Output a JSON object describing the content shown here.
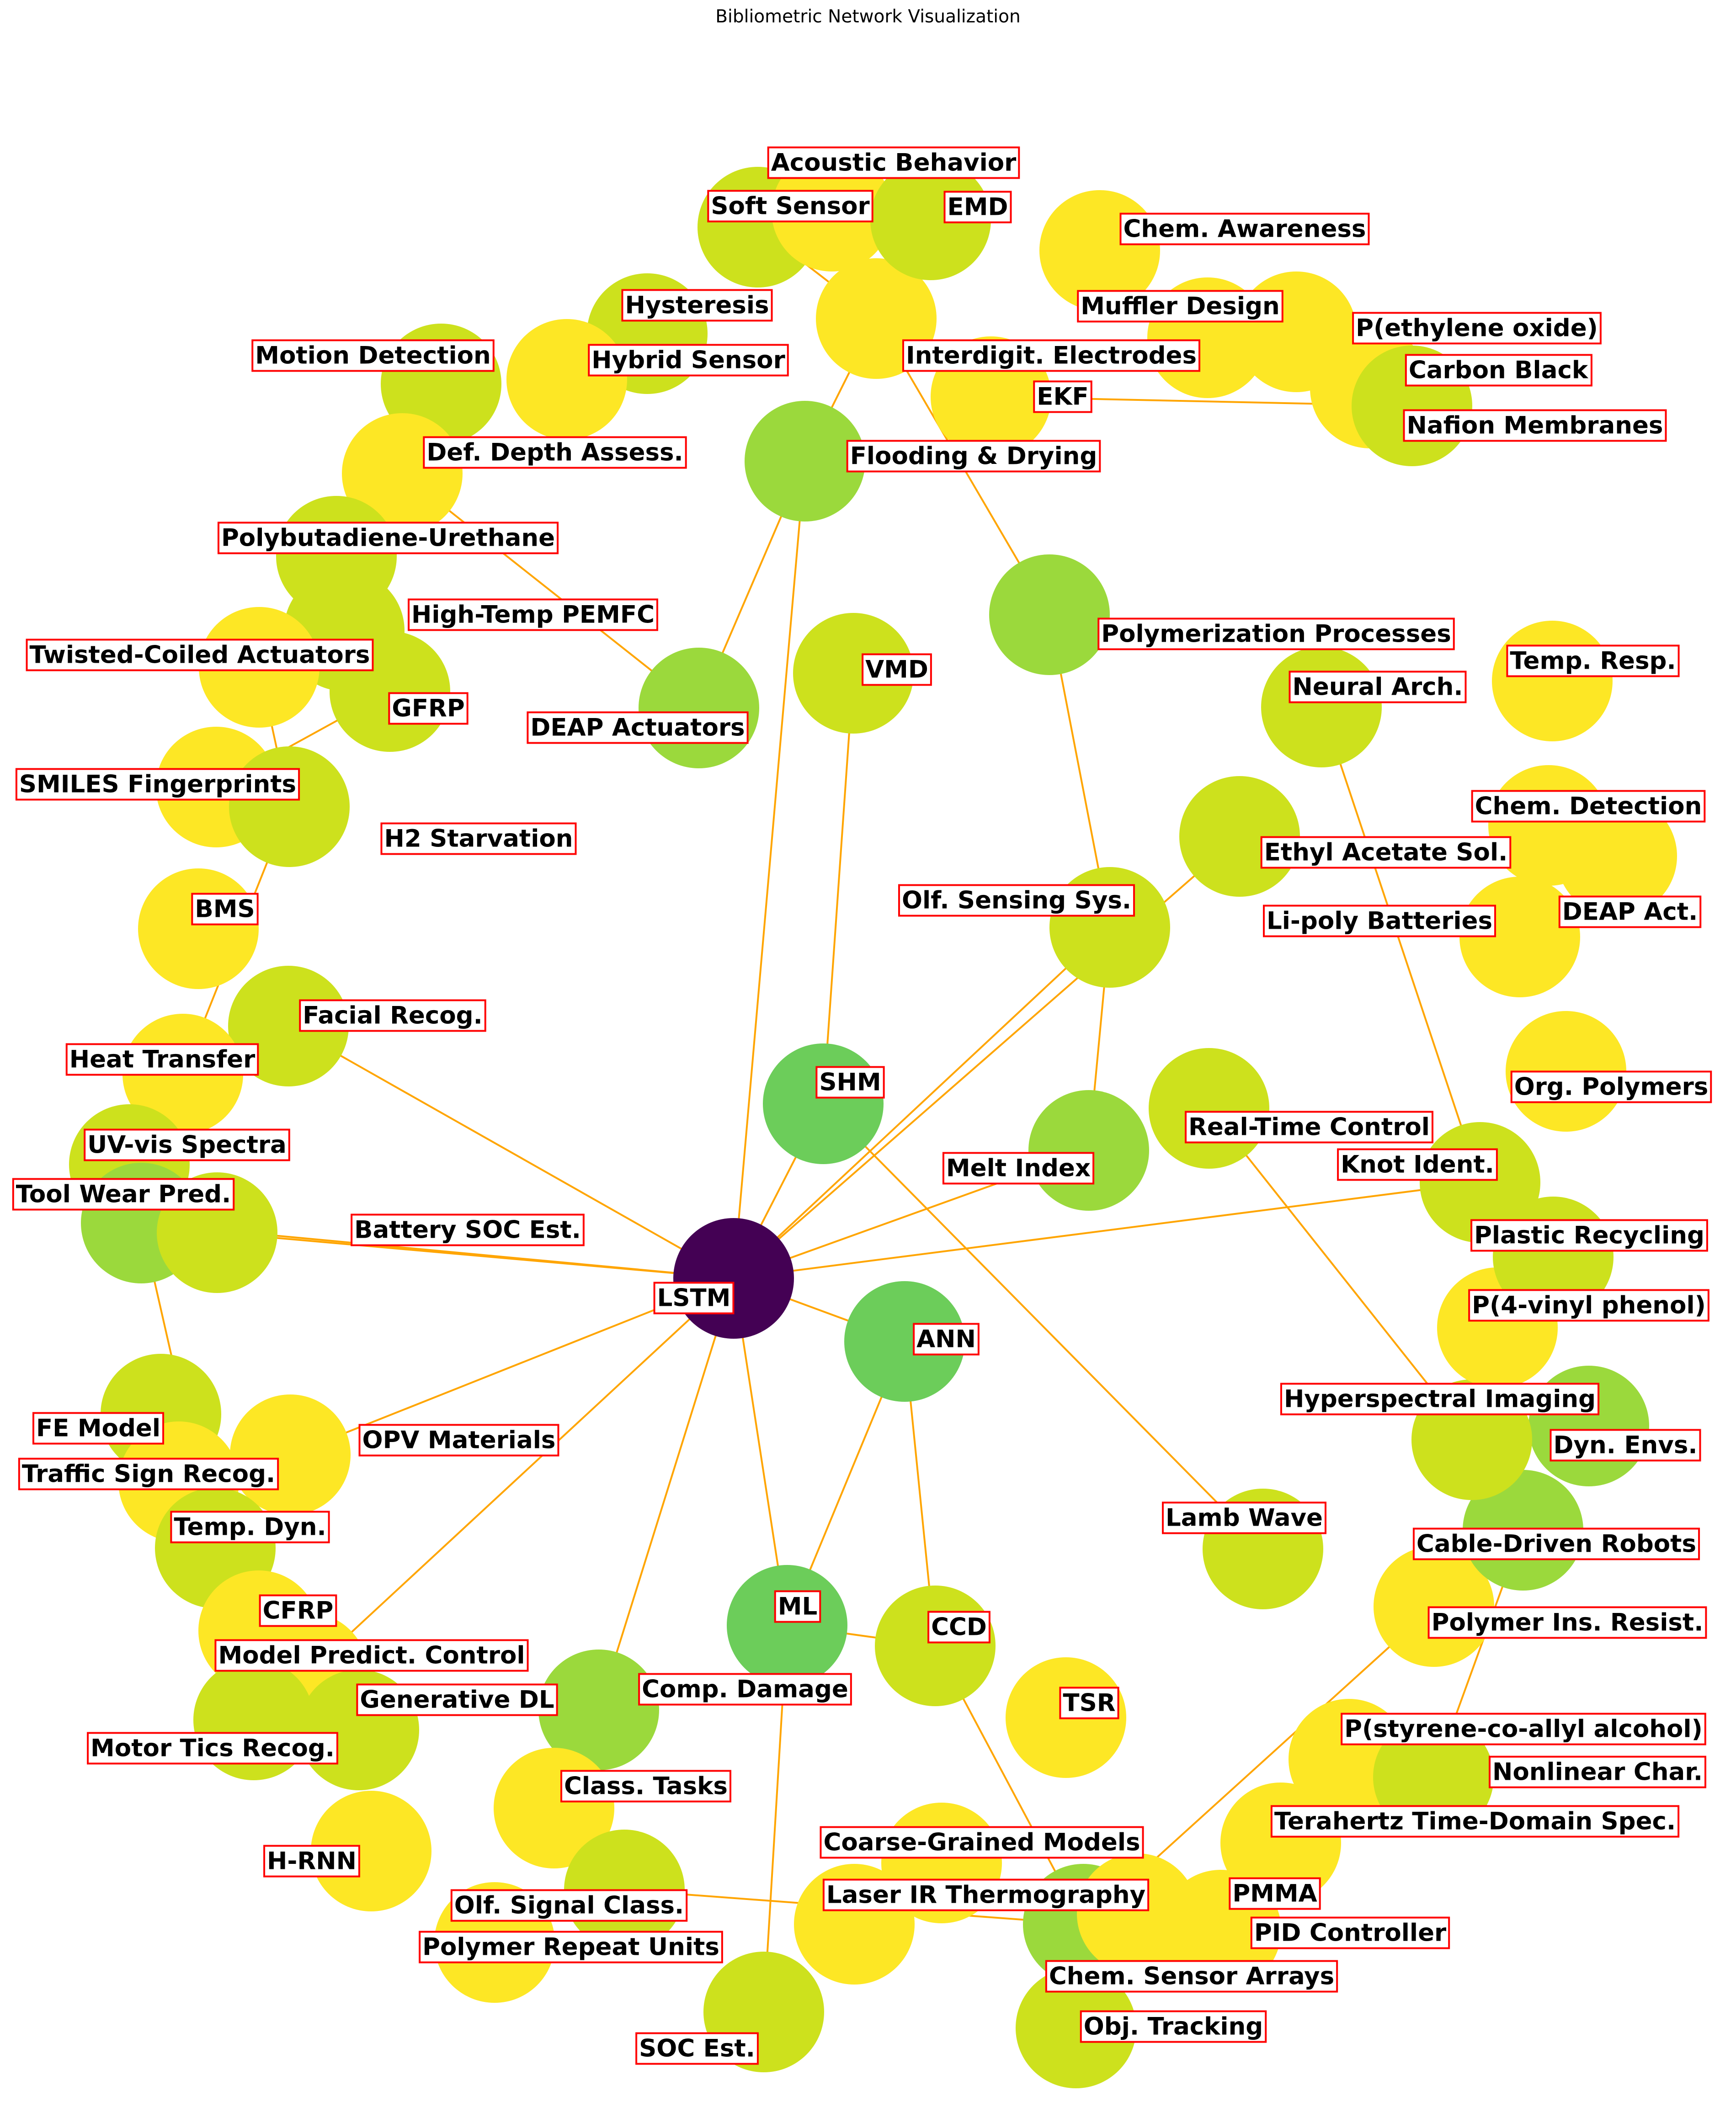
{
  "title": "Bibliometric Network Visualization",
  "colors": {
    "hub": "#440154",
    "green_mid": "#6ccd5a",
    "green_light": "#9bd93c",
    "yellow_green": "#cde11d",
    "yellow": "#fde725",
    "edge_orange": "#ffa500",
    "edge_black": "#000000",
    "label_border": "#ff0000"
  },
  "nodes": [
    {
      "id": "LSTM",
      "label": "LSTM",
      "color": "#440154"
    },
    {
      "id": "SHM",
      "label": "SHM",
      "color": "#6ccd5a"
    },
    {
      "id": "ANN",
      "label": "ANN",
      "color": "#6ccd5a"
    },
    {
      "id": "ML",
      "label": "ML",
      "color": "#6ccd5a"
    },
    {
      "id": "CCD",
      "label": "CCD",
      "color": "#cde11d"
    },
    {
      "id": "VMD",
      "label": "VMD",
      "color": "#cde11d"
    },
    {
      "id": "TSR",
      "label": "TSR",
      "color": "#fde725"
    },
    {
      "id": "MeltIndex",
      "label": "Melt Index",
      "color": "#9bd93c"
    },
    {
      "id": "OlfSensing",
      "label": "Olf. Sensing Sys.",
      "color": "#cde11d"
    },
    {
      "id": "EthylAcetate",
      "label": "Ethyl Acetate Sol.",
      "color": "#cde11d"
    },
    {
      "id": "Polymerization",
      "label": "Polymerization Processes",
      "color": "#9bd93c"
    },
    {
      "id": "Flooding",
      "label": "Flooding & Drying",
      "color": "#9bd93c"
    },
    {
      "id": "DEAPAct1",
      "label": "DEAP Actuators",
      "color": "#9bd93c"
    },
    {
      "id": "Interdigit",
      "label": "Interdigit. Electrodes",
      "color": "#fde725"
    },
    {
      "id": "SoftSensor",
      "label": "Soft Sensor",
      "color": "#cde11d"
    },
    {
      "id": "Acoustic",
      "label": "Acoustic Behavior",
      "color": "#fde725"
    },
    {
      "id": "EMD",
      "label": "EMD",
      "color": "#cde11d"
    },
    {
      "id": "ChemAwareness",
      "label": "Chem. Awareness",
      "color": "#fde725"
    },
    {
      "id": "Muffler",
      "label": "Muffler Design",
      "color": "#fde725"
    },
    {
      "id": "PEO",
      "label": "P(ethylene oxide)",
      "color": "#fde725"
    },
    {
      "id": "CarbonBlack",
      "label": "Carbon Black",
      "color": "#fde725"
    },
    {
      "id": "Nafion",
      "label": "Nafion Membranes",
      "color": "#cde11d"
    },
    {
      "id": "EKF",
      "label": "EKF",
      "color": "#fde725"
    },
    {
      "id": "Hysteresis",
      "label": "Hysteresis",
      "color": "#cde11d"
    },
    {
      "id": "HybridSensor",
      "label": "Hybrid Sensor",
      "color": "#fde725"
    },
    {
      "id": "Motion",
      "label": "Motion Detection",
      "color": "#cde11d"
    },
    {
      "id": "DefDepth",
      "label": "Def. Depth Assess.",
      "color": "#fde725"
    },
    {
      "id": "PBU",
      "label": "Polybutadiene-Urethane",
      "color": "#cde11d"
    },
    {
      "id": "HighTemp",
      "label": "High-Temp PEMFC",
      "color": "#cde11d"
    },
    {
      "id": "Twisted",
      "label": "Twisted-Coiled Actuators",
      "color": "#fde725"
    },
    {
      "id": "GFRP",
      "label": "GFRP",
      "color": "#cde11d"
    },
    {
      "id": "SMILES",
      "label": "SMILES Fingerprints",
      "color": "#fde725"
    },
    {
      "id": "H2Starv",
      "label": "H2 Starvation",
      "color": "#cde11d"
    },
    {
      "id": "BMS",
      "label": "BMS",
      "color": "#fde725"
    },
    {
      "id": "Facial",
      "label": "Facial Recog.",
      "color": "#cde11d"
    },
    {
      "id": "HeatTransfer",
      "label": "Heat Transfer",
      "color": "#fde725"
    },
    {
      "id": "UVvis",
      "label": "UV-vis Spectra",
      "color": "#cde11d"
    },
    {
      "id": "ToolWear",
      "label": "Tool Wear Pred.",
      "color": "#9bd93c"
    },
    {
      "id": "BatterySOC",
      "label": "Battery SOC Est.",
      "color": "#cde11d"
    },
    {
      "id": "FEModel",
      "label": "FE Model",
      "color": "#cde11d"
    },
    {
      "id": "OPV",
      "label": "OPV Materials",
      "color": "#fde725"
    },
    {
      "id": "TrafficSign",
      "label": "Traffic Sign Recog.",
      "color": "#fde725"
    },
    {
      "id": "TempDyn",
      "label": "Temp. Dyn.",
      "color": "#cde11d"
    },
    {
      "id": "CFRP",
      "label": "CFRP",
      "color": "#fde725"
    },
    {
      "id": "MPC",
      "label": "Model Predict. Control",
      "color": "#fde725"
    },
    {
      "id": "GenDL",
      "label": "Generative DL",
      "color": "#cde11d"
    },
    {
      "id": "MotorTics",
      "label": "Motor Tics Recog.",
      "color": "#cde11d"
    },
    {
      "id": "CompDamage",
      "label": "Comp. Damage",
      "color": "#9bd93c"
    },
    {
      "id": "ClassTasks",
      "label": "Class. Tasks",
      "color": "#fde725"
    },
    {
      "id": "HRNN",
      "label": "H-RNN",
      "color": "#fde725"
    },
    {
      "id": "OlfSignal",
      "label": "Olf. Signal Class.",
      "color": "#cde11d"
    },
    {
      "id": "PolyRepeat",
      "label": "Polymer Repeat Units",
      "color": "#fde725"
    },
    {
      "id": "SOCEst",
      "label": "SOC Est.",
      "color": "#cde11d"
    },
    {
      "id": "CoarseGrained",
      "label": "Coarse-Grained Models",
      "color": "#fde725"
    },
    {
      "id": "LaserIR",
      "label": "Laser IR Thermography",
      "color": "#fde725"
    },
    {
      "id": "ChemSensorArr",
      "label": "Chem. Sensor Arrays",
      "color": "#9bd93c"
    },
    {
      "id": "ObjTracking",
      "label": "Obj. Tracking",
      "color": "#cde11d"
    },
    {
      "id": "PMMA",
      "label": "PMMA",
      "color": "#fde725"
    },
    {
      "id": "PID",
      "label": "PID Controller",
      "color": "#fde725"
    },
    {
      "id": "THzTDS",
      "label": "Terahertz Time-Domain Spec.",
      "color": "#fde725"
    },
    {
      "id": "PSAA",
      "label": "P(styrene-co-allyl alcohol)",
      "color": "#fde725"
    },
    {
      "id": "Nonlinear",
      "label": "Nonlinear Char.",
      "color": "#cde11d"
    },
    {
      "id": "PolyIns",
      "label": "Polymer Ins. Resist.",
      "color": "#fde725"
    },
    {
      "id": "CableRobots",
      "label": "Cable-Driven Robots",
      "color": "#9bd93c"
    },
    {
      "id": "DynEnvs",
      "label": "Dyn. Envs.",
      "color": "#9bd93c"
    },
    {
      "id": "Hyperspectral",
      "label": "Hyperspectral Imaging",
      "color": "#cde11d"
    },
    {
      "id": "P4VP",
      "label": "P(4-vinyl phenol)",
      "color": "#fde725"
    },
    {
      "id": "PlasticRec",
      "label": "Plastic Recycling",
      "color": "#cde11d"
    },
    {
      "id": "KnotIdent",
      "label": "Knot Ident.",
      "color": "#cde11d"
    },
    {
      "id": "OrgPolymers",
      "label": "Org. Polymers",
      "color": "#fde725"
    },
    {
      "id": "RealTime",
      "label": "Real-Time Control",
      "color": "#cde11d"
    },
    {
      "id": "LambWave",
      "label": "Lamb Wave",
      "color": "#cde11d"
    },
    {
      "id": "NeuralArch",
      "label": "Neural Arch.",
      "color": "#cde11d"
    },
    {
      "id": "TempResp",
      "label": "Temp. Resp.",
      "color": "#fde725"
    },
    {
      "id": "ChemDetection",
      "label": "Chem. Detection",
      "color": "#fde725"
    },
    {
      "id": "DEAPAct2",
      "label": "DEAP Act.",
      "color": "#fde725"
    },
    {
      "id": "LiPoly",
      "label": "Li-poly Batteries",
      "color": "#fde725"
    }
  ],
  "edges": [
    {
      "source": "LSTM",
      "target": "Flooding",
      "color": "#ffa500"
    },
    {
      "source": "LSTM",
      "target": "SHM",
      "color": "#ffa500"
    },
    {
      "source": "LSTM",
      "target": "ANN",
      "color": "#ffa500"
    },
    {
      "source": "LSTM",
      "target": "ML",
      "color": "#ffa500"
    },
    {
      "source": "LSTM",
      "target": "MeltIndex",
      "color": "#ffa500"
    },
    {
      "source": "LSTM",
      "target": "OlfSensing",
      "color": "#ffa500"
    },
    {
      "source": "LSTM",
      "target": "EthylAcetate",
      "color": "#ffa500"
    },
    {
      "source": "LSTM",
      "target": "KnotIdent",
      "color": "#ffa500"
    },
    {
      "source": "LSTM",
      "target": "Facial",
      "color": "#ffa500"
    },
    {
      "source": "LSTM",
      "target": "BatterySOC",
      "color": "#ffa500"
    },
    {
      "source": "LSTM",
      "target": "ToolWear",
      "color": "#ffa500"
    },
    {
      "source": "LSTM",
      "target": "OPV",
      "color": "#ffa500"
    },
    {
      "source": "LSTM",
      "target": "MPC",
      "color": "#ffa500"
    },
    {
      "source": "LSTM",
      "target": "CompDamage",
      "color": "#ffa500"
    },
    {
      "source": "SHM",
      "target": "VMD",
      "color": "#ffa500"
    },
    {
      "source": "SHM",
      "target": "LambWave",
      "color": "#ffa500"
    },
    {
      "source": "ANN",
      "target": "ML",
      "color": "#ffa500"
    },
    {
      "source": "ANN",
      "target": "CCD",
      "color": "#ffa500"
    },
    {
      "source": "ML",
      "target": "CCD",
      "color": "#ffa500"
    },
    {
      "source": "ML",
      "target": "SOCEst",
      "color": "#ffa500"
    },
    {
      "source": "CCD",
      "target": "ChemSensorArr",
      "color": "#ffa500"
    },
    {
      "source": "OlfSensing",
      "target": "Polymerization",
      "color": "#ffa500"
    },
    {
      "source": "OlfSensing",
      "target": "MeltIndex",
      "color": "#ffa500"
    },
    {
      "source": "Polymerization",
      "target": "Interdigit",
      "color": "#ffa500"
    },
    {
      "source": "Flooding",
      "target": "Interdigit",
      "color": "#ffa500"
    },
    {
      "source": "Flooding",
      "target": "DEAPAct1",
      "color": "#ffa500"
    },
    {
      "source": "DEAPAct1",
      "target": "DefDepth",
      "color": "#ffa500"
    },
    {
      "source": "Interdigit",
      "target": "SoftSensor",
      "color": "#ffa500"
    },
    {
      "source": "Interdigit",
      "target": "EKF",
      "color": "#000000"
    },
    {
      "source": "EKF",
      "target": "Nafion",
      "color": "#ffa500"
    },
    {
      "source": "KnotIdent",
      "target": "NeuralArch",
      "color": "#ffa500"
    },
    {
      "source": "RealTime",
      "target": "Hyperspectral",
      "color": "#ffa500"
    },
    {
      "source": "Hyperspectral",
      "target": "P4VP",
      "color": "#ffa500"
    },
    {
      "source": "CableRobots",
      "target": "Nonlinear",
      "color": "#ffa500"
    },
    {
      "source": "PolyIns",
      "target": "ChemSensorArr",
      "color": "#ffa500"
    },
    {
      "source": "ChemSensorArr",
      "target": "OlfSignal",
      "color": "#ffa500"
    },
    {
      "source": "HighTemp",
      "target": "PBU",
      "color": "#000000"
    },
    {
      "source": "GFRP",
      "target": "SMILES",
      "color": "#ffa500"
    },
    {
      "source": "H2Starv",
      "target": "SMILES",
      "color": "#000000"
    },
    {
      "source": "H2Starv",
      "target": "HeatTransfer",
      "color": "#ffa500"
    },
    {
      "source": "Twisted",
      "target": "H2Starv",
      "color": "#ffa500"
    },
    {
      "source": "BatterySOC",
      "target": "ToolWear",
      "color": "#000000"
    },
    {
      "source": "ToolWear",
      "target": "TempDyn",
      "color": "#ffa500"
    },
    {
      "source": "OPV",
      "target": "TrafficSign",
      "color": "#ffa500"
    },
    {
      "source": "TempDyn",
      "target": "GenDL",
      "color": "#ffa500"
    },
    {
      "source": "OPV",
      "target": "CFRP",
      "color": "#ffa500"
    }
  ]
}
